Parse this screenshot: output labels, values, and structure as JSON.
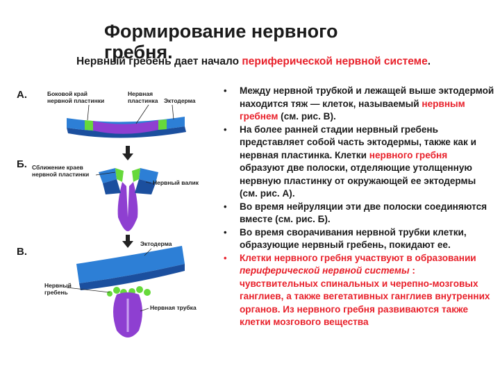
{
  "title": "Формирование нервного гребня.",
  "subtitle": {
    "part1": "Нервный гребень дает начало ",
    "highlight": "периферической нервной системе",
    "part2": "."
  },
  "figure": {
    "letters": {
      "a": "А.",
      "b": "Б.",
      "v": "В."
    },
    "labels": {
      "side_edge": "Боковой край нервной пластинки",
      "neural_plate": "Нервная пластинка",
      "ectoderm_a": "Эктодерма",
      "edges_merge": "Сближение краев нервной пластинки",
      "neural_fold": "Нервный валик",
      "ectoderm_v": "Эктодерма",
      "neural_crest": "Нервный гребень",
      "neural_tube": "Нервная трубка"
    },
    "colors": {
      "ectoderm_blue": "#2d7fd6",
      "ectoderm_dark": "#1b4f9e",
      "plate_purple": "#8e3fd1",
      "crest_green": "#66d93b",
      "arrow": "#222222"
    }
  },
  "bullets": [
    {
      "t1": "Между нервной трубкой и лежащей выше эктодермой находится тяж — клеток, называемый ",
      "hl": "нервным гребнем",
      "t2": " (см. рис. В)."
    },
    {
      "t1": "На более ранней стадии нервный гребень представляет собой часть эктодермы, также как и нервная пластинка. Клетки ",
      "hl": "нервного гребня",
      "t2": "  образуют две полоски, отделяющие утолщенную нервную пластинку от окружающей ее эктодермы (см. рис. А)."
    },
    {
      "text": "Во время нейруляции эти две полоски соединяются вместе (см. рис. Б)."
    },
    {
      "text": "Во время сворачивания нервной трубки клетки, образующие нервный гребень, покидают ее."
    },
    {
      "t1": "Клетки нервного гребня участвуют в образовании ",
      "it": "периферической нервной системы",
      "t2": " : чувствительных спинальных и черепно-мозговых ганглиев, а также вегетативных ганглиев внутренних органов. Из нервного гребня развиваются также клетки мозгового вещества"
    }
  ]
}
